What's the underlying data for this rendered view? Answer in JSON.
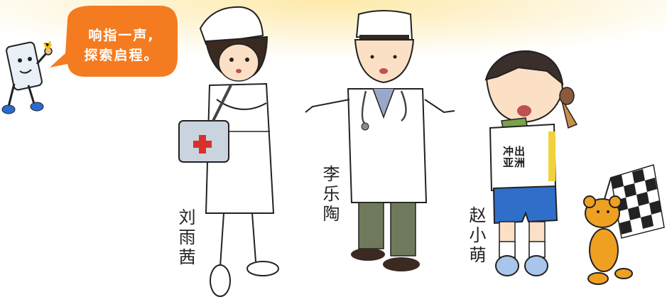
{
  "bubble": {
    "line1": "响指一声,",
    "line2": "探索启程。"
  },
  "characters": [
    {
      "name": "刘雨茜"
    },
    {
      "name": "李乐陶"
    },
    {
      "name": "赵小萌"
    }
  ],
  "shirt": {
    "line1": "冲出",
    "line2": "亚洲"
  },
  "colors": {
    "bubble": "#f47b20",
    "background_glow": "#fdf1c8",
    "shorts": "#2f6fc9",
    "bear": "#f0a020"
  }
}
